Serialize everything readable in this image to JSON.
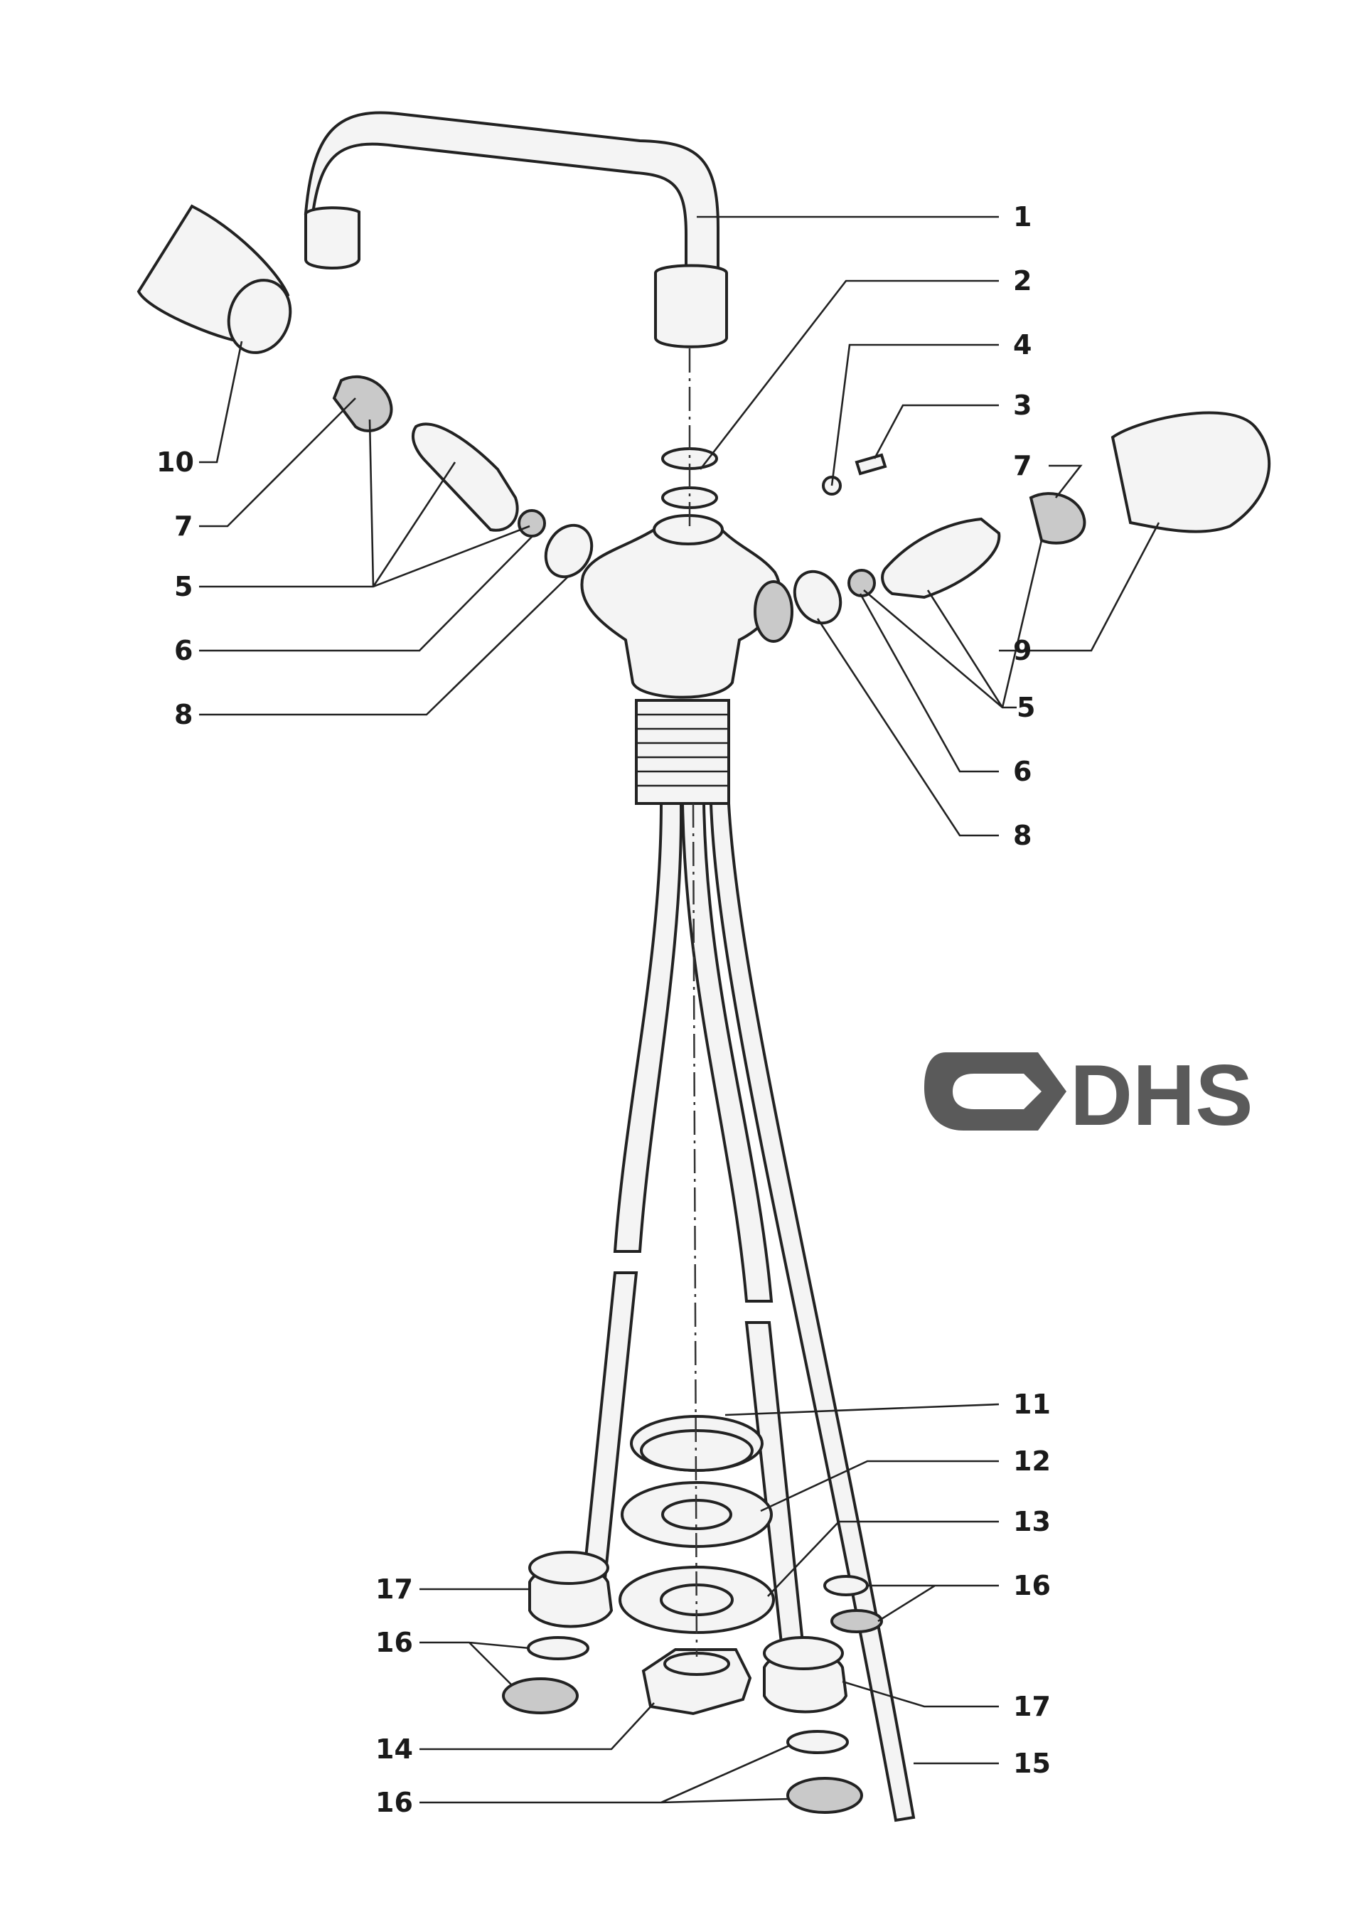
{
  "logo": {
    "text": "DHS",
    "color": "#5a5a5a"
  },
  "callouts": [
    {
      "id": "c1",
      "label": "1"
    },
    {
      "id": "c2",
      "label": "2"
    },
    {
      "id": "c4",
      "label": "4"
    },
    {
      "id": "c3",
      "label": "3"
    },
    {
      "id": "c7r",
      "label": "7"
    },
    {
      "id": "c9",
      "label": "9"
    },
    {
      "id": "c5r",
      "label": "5"
    },
    {
      "id": "c6r",
      "label": "6"
    },
    {
      "id": "c8r",
      "label": "8"
    },
    {
      "id": "c10",
      "label": "10"
    },
    {
      "id": "c7l",
      "label": "7"
    },
    {
      "id": "c5l",
      "label": "5"
    },
    {
      "id": "c6l",
      "label": "6"
    },
    {
      "id": "c8l",
      "label": "8"
    },
    {
      "id": "c11",
      "label": "11"
    },
    {
      "id": "c12",
      "label": "12"
    },
    {
      "id": "c13",
      "label": "13"
    },
    {
      "id": "c16r",
      "label": "16"
    },
    {
      "id": "c17l",
      "label": "17"
    },
    {
      "id": "c16l",
      "label": "16"
    },
    {
      "id": "c17r",
      "label": "17"
    },
    {
      "id": "c14",
      "label": "14"
    },
    {
      "id": "c15",
      "label": "15"
    },
    {
      "id": "c16b",
      "label": "16"
    }
  ]
}
